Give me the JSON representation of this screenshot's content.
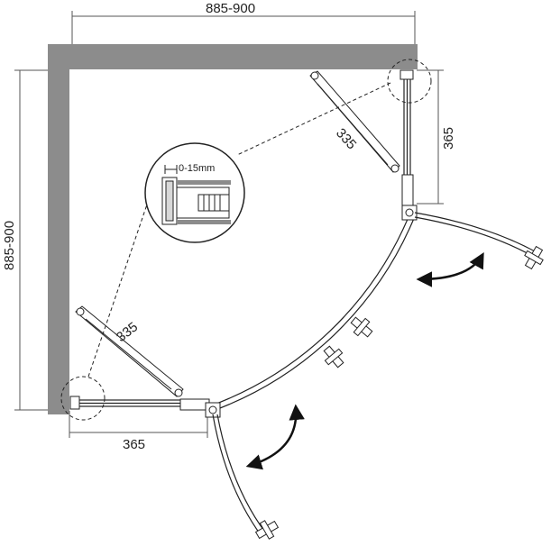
{
  "dimensions": {
    "top_width": "885-900",
    "left_height": "885-900",
    "right_fixed_panel": "365",
    "bottom_fixed_panel": "365",
    "upper_brace": "335",
    "lower_brace": "335",
    "gap_adjustment": "0-15mm"
  },
  "colors": {
    "wall": "#8c8c8c",
    "line": "#222222",
    "dimension_line": "#555555"
  }
}
